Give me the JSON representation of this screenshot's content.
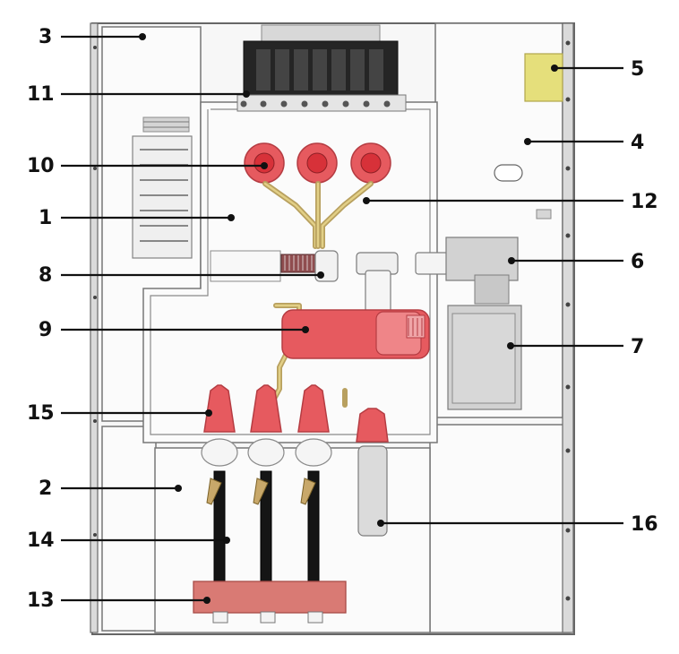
{
  "callouts": {
    "c1": "1",
    "c2": "2",
    "c3": "3",
    "c4": "4",
    "c5": "5",
    "c6": "6",
    "c7": "7",
    "c8": "8",
    "c9": "9",
    "c10": "10",
    "c11": "11",
    "c12": "12",
    "c13": "13",
    "c14": "14",
    "c15": "15",
    "c16": "16"
  },
  "colors": {
    "line": "#111111",
    "cabinet_stroke": "#666666",
    "red_component": "#e65a5f",
    "busbar": "#b8a05f",
    "grey_component": "#d2d2d2",
    "yellow_box": "#e5df7b"
  }
}
